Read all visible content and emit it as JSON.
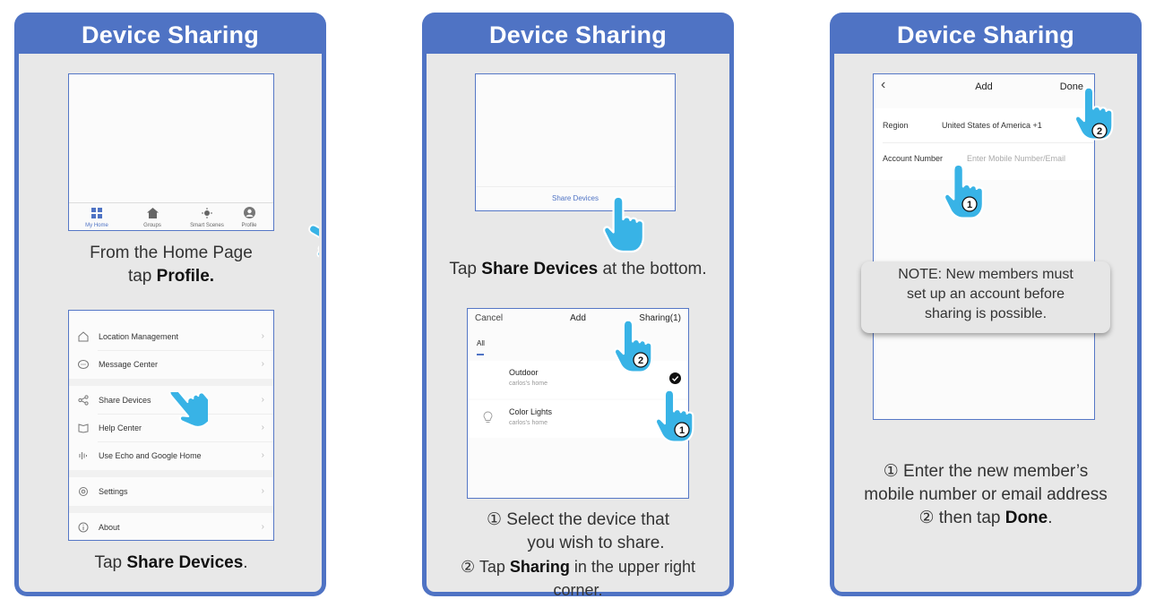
{
  "panel1": {
    "title": "Device Sharing",
    "tabs": [
      "My Home",
      "Groups",
      "Smart Scenes",
      "Profile"
    ],
    "caption1_line1": "From the Home Page",
    "caption1_pre": "tap ",
    "caption1_bold": "Profile.",
    "menu": [
      "Location Management",
      "Message Center",
      "Share Devices",
      "Help Center",
      "Use Echo and Google Home",
      "Settings",
      "About"
    ],
    "caption2_pre": "Tap ",
    "caption2_bold": "Share Devices",
    "caption2_post": "."
  },
  "panel2": {
    "title": "Device Sharing",
    "share_devices": "Share Devices",
    "caption1_pre": "Tap ",
    "caption1_bold": "Share Devices",
    "caption1_post": " at the bottom.",
    "cancel": "Cancel",
    "add": "Add",
    "sharing": "Sharing(1)",
    "filter_all": "All",
    "devices": [
      {
        "name": "Outdoor",
        "home": "carlos's home"
      },
      {
        "name": "Color Lights",
        "home": "carlos's home"
      }
    ],
    "caption2_line1": "① Select the device that",
    "caption2_line2": "you wish to share.",
    "caption2_pre": "② Tap ",
    "caption2_bold": "Sharing",
    "caption2_post": " in the upper right corner.",
    "badge1": "1",
    "badge2": "2"
  },
  "panel3": {
    "title": "Device Sharing",
    "add": "Add",
    "done": "Done",
    "region_label": "Region",
    "region_value": "United States of America +1",
    "account_label": "Account Number",
    "account_placeholder": "Enter Mobile Number/Email",
    "note_line1": "NOTE: New members must",
    "note_line2": "set up an account before",
    "note_line3": "sharing is possible.",
    "caption_line1": "① Enter the new member’s",
    "caption_line2": "mobile number or email address",
    "caption_pre": "② then tap ",
    "caption_bold": "Done",
    "caption_post": ".",
    "badge1": "1",
    "badge2": "2"
  },
  "colors": {
    "panel_blue": "#4f73c4",
    "panel_bg": "#e8e8e8",
    "hand_blue": "#38b3e6",
    "text_dark": "#333333"
  }
}
